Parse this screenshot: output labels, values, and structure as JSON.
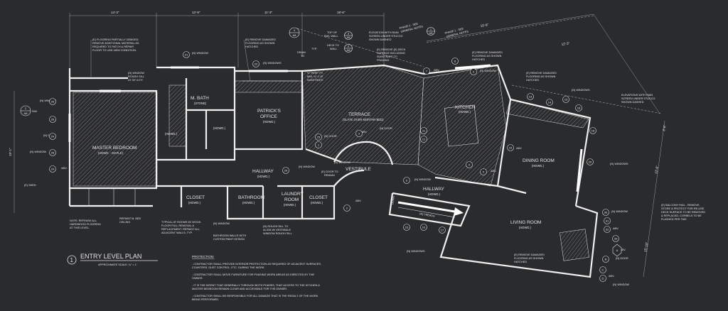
{
  "title": {
    "number": "1",
    "name": "ENTRY LEVEL PLAN",
    "scale": "APPROXIMATE SCALE: ¼\" = 1'"
  },
  "dimensions": {
    "top": [
      "14'-3\"",
      "12'-9\"",
      "11'-3\"",
      "19'-6\"",
      "15'-6\"",
      "12'-3\""
    ],
    "left": "19'-1\"",
    "right_a": "3'-6\"",
    "right_b": "12'-6\"",
    "right_c": "15'-10\""
  },
  "rooms": {
    "master_bedroom": {
      "name": "MASTER BEDROOM",
      "sub": "(HDWD. - MAPLE)"
    },
    "m_bath": {
      "name": "M. BATH",
      "sub": "(STONE)"
    },
    "hdwd_a": {
      "name": "(HDWD.)"
    },
    "hdwd_b": {
      "name": "(HDWD.)"
    },
    "office": {
      "name": "PATRICK'S OFFICE",
      "line1": "PATRICK'S",
      "line2": "OFFICE",
      "sub": "(HDWD.)"
    },
    "terrace": {
      "name": "TERRACE",
      "sub": "(SLATE OVER MORTAR BED)"
    },
    "kitchen": {
      "name": "KITCHEN",
      "sub": "(HDWD.)"
    },
    "dining": {
      "name": "DINING ROOM",
      "sub": "(HDWD.)"
    },
    "hallway1": {
      "name": "HALLWAY",
      "sub": "(HDWD.)"
    },
    "vestibule": {
      "name": "VESTIBULE"
    },
    "hallway2": {
      "name": "HALLWAY",
      "sub": "(HDWD.)"
    },
    "closet1": {
      "name": "CLOSET",
      "sub": "(HDWD.)"
    },
    "bathroom": {
      "name": "BATHROOM",
      "sub": "(HDWD.)"
    },
    "laundry": {
      "name": "LAUNDRY ROOM",
      "line1": "LAUNDRY",
      "line2": "ROOM",
      "sub": "(HDWD.)"
    },
    "closet2": {
      "name": "CLOSET",
      "sub": "(HDWD.)"
    },
    "living": {
      "name": "LIVING ROOM",
      "sub": "(HDWD.)"
    }
  },
  "labels": {
    "window": "(N) WINDOW",
    "windows": "(N) WINDOWS",
    "door": "(N) DOOR",
    "shed": "(E) SHED",
    "abv": "ABV.",
    "sim": "SIM.",
    "typ": "TYP.",
    "door_to_remain": "(E) DOOR TO REMAIN",
    "door_to_remain_1": "(E) DOOR TO",
    "door_to_remain_2": "REMAIN",
    "down": "DOWN",
    "tread": "(N) TREADS"
  },
  "notes": {
    "flooring_demo": [
      "(E) FLOORING PARTIALLY DEMOED.",
      "REMOVE ADDITIONAL MATERIAL AS",
      "REQUIRED TO PATCH & REPAIR",
      "FLOOR TO LIKE-NEW CONDITION."
    ],
    "window_sill": [
      "(N) WINDOW",
      "ROUGH SILL",
      "AT 30\" A.F.F."
    ],
    "remove_damaged_1": [
      "(E) REMOVE DAMAGED",
      "FLOORING AS SHOWN",
      "HATCHED"
    ],
    "top_of_rail": [
      "TOP OF",
      "RAIL WALL"
    ],
    "deck_to_wall": [
      "DECK TO",
      "WALL"
    ],
    "drain": [
      "DRAIN",
      "TO",
      "DRAIN"
    ],
    "elevation_rain": [
      "ELEVATION WITH RAIN",
      "SCREEN UNDER STUCCO",
      "SHOWN DASHED"
    ],
    "remove_deck": [
      "(E) REMOVE (E) DECK",
      "SURFACE INCLUDING",
      "SUBSTRATE TO",
      "FRAMING"
    ],
    "phase2": [
      "PHASE 2 - SEE",
      "GENERAL NOTES"
    ],
    "phase1": [
      "PHASE 1 - SEE",
      "GENERAL NOTES"
    ],
    "perf": [
      "½\" PERF. FT.",
      "MIN. ¼\" 1' AT",
      "SUBSTRATE"
    ],
    "remove_damaged_2": [
      "(E) REMOVE DAMAGED",
      "FLOORING AS SHOWN",
      "HATCHED"
    ],
    "remove_damaged_3": [
      "(E) REMOVE DAMAGED",
      "FLOORING AS SHOWN",
      "HATCHED"
    ],
    "elevations_rain": [
      "ELEVATIONS WITH RAIN",
      "SCREEN UNDER STUCCO",
      "SHOWN DASHED"
    ],
    "refinish": [
      "NOTE: REFINISH ALL",
      "HARDWOOD FLOORING",
      "AT THIS LEVEL."
    ],
    "repaint_ceiling": [
      "REPAINT M. BED",
      "CEILING"
    ],
    "typical_rooms": [
      "TYPICAL AT ROOMS W/ WOOD",
      "FLOOR FULL REMOVAL &",
      "REPLACEMENT. REPAINT ALL",
      "ADJACENT WALLS, TYP."
    ],
    "bath_walls": [
      "BATHROOM WALLS WITH",
      "CUSTOM PAINT DESIGN"
    ],
    "rough_sill": [
      "(N) ROUGH SILL TO",
      "ALIGN W/ VESTIBULE",
      "WINDOW ROUGH SILL"
    ],
    "balcony_rail": [
      "(E) BALCONY RAIL - REMOVE,",
      "STORE & PROTECT FOR RE-USE.",
      "DECK SURFACE TO BE REMOVED",
      "& REPLACED. CORBELS TO BE",
      "FLASHED PER TWE."
    ],
    "remove_damaged_4": [
      "(E) REMOVE DAMAGED",
      "FLOORING AS SHOWN",
      "HATCHED"
    ]
  },
  "protection": {
    "heading": "PROTECTION:",
    "items": [
      "- CONTRACTOR SHALL PROVIDE INTERIOR PROTECTION AS REQUIRED OF ADJACENT SURFACES,",
      "COUNTERS, DUST CONTROL, ETC. DURING THE WORK.",
      "- CONTRACTOR SHALL MOVE FURNITURE FOR PHASING WORK AREAS AS DIRECTED BY THE",
      "OWNER.",
      "- IT IS THE INTENT THAT GENERALLY THROUGH BOTH PHASES, THAT ACCESS TO THE KITCHEN &",
      "MASTER BEDROOM REMAIN CLEAR AND ACCESSIBLE FOR THE OWNER.",
      "- CONTRACTOR SHALL BE RESPONSIBLE FOR ALL DAMAGE THAT IS THE RESULT OF THE WORK",
      "BEING PERFORMED."
    ]
  },
  "tags": {
    "t1": "26",
    "t2": "26",
    "t3": "24",
    "t4": "28",
    "t5": "24",
    "t6": "21",
    "t7": "22",
    "t8": "25",
    "t9": "1",
    "t10": "2",
    "t11": "3",
    "t12": "7",
    "t13": "8",
    "t14": "9",
    "t15": "11",
    "t16": "12",
    "t17": "13",
    "t18": "14",
    "t19": "15",
    "t20": "16",
    "t21": "18",
    "t22": "19",
    "t23": "20",
    "t24": "4",
    "t25": "5",
    "t26": "6",
    "t27": "30",
    "t28": "31",
    "t29": "32",
    "t30": "33",
    "t31": "A",
    "t32": "B",
    "t33": "C",
    "t34": "D",
    "t35": "23",
    "t36": "10",
    "t37": "17",
    "t38": "29"
  },
  "sections": {
    "s1_num": "2",
    "s1_sheet": "A8",
    "s2_num": "4",
    "s2_sheet": "A8",
    "s3_num": "3",
    "s3_sheet": "A8",
    "s4_num": "6",
    "s4_sheet": "A8",
    "s5_num": "1",
    "s5_sheet": "A8"
  }
}
